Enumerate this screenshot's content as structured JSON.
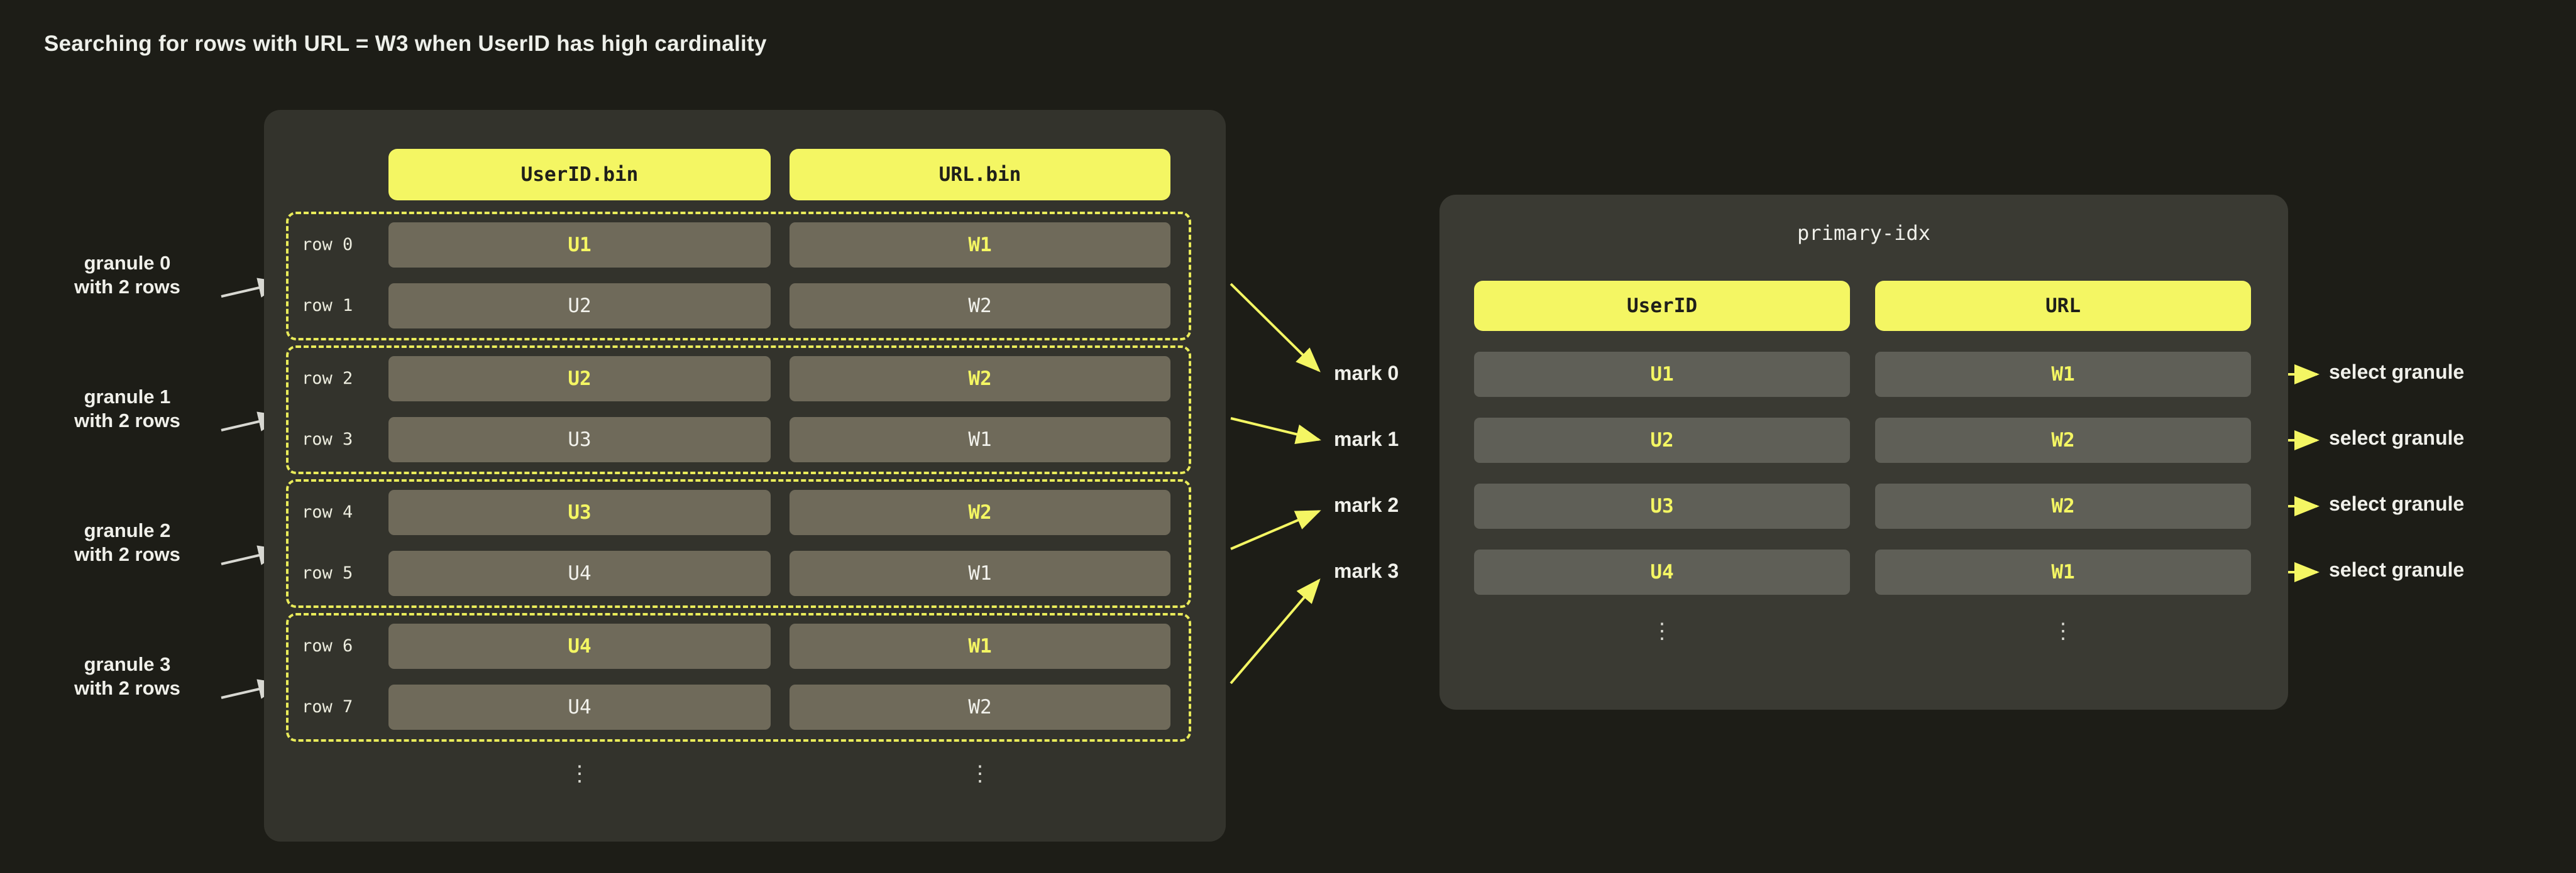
{
  "title": "Searching for rows with  URL = W3 when UserID has high cardinality",
  "colors": {
    "background": "#1d1d17",
    "accent_yellow": "#f4f663",
    "left_panel": "#33332c",
    "right_panel": "#3a3a33",
    "left_cell": "#6f6a5a",
    "right_cell": "#5f5f57",
    "text_white": "#f2f2ec"
  },
  "left_table": {
    "headers": [
      "UserID.bin",
      "URL.bin"
    ],
    "rows": [
      {
        "label": "row 0",
        "userid": "U1",
        "url": "W1",
        "highlight": true
      },
      {
        "label": "row 1",
        "userid": "U2",
        "url": "W2",
        "highlight": false
      },
      {
        "label": "row 2",
        "userid": "U2",
        "url": "W2",
        "highlight": true
      },
      {
        "label": "row 3",
        "userid": "U3",
        "url": "W1",
        "highlight": false
      },
      {
        "label": "row 4",
        "userid": "U3",
        "url": "W2",
        "highlight": true
      },
      {
        "label": "row 5",
        "userid": "U4",
        "url": "W1",
        "highlight": false
      },
      {
        "label": "row 6",
        "userid": "U4",
        "url": "W1",
        "highlight": true
      },
      {
        "label": "row 7",
        "userid": "U4",
        "url": "W2",
        "highlight": false
      }
    ],
    "ellipsis": "⋮"
  },
  "granule_labels": [
    {
      "line1": "granule 0",
      "line2": "with 2 rows"
    },
    {
      "line1": "granule 1",
      "line2": "with 2 rows"
    },
    {
      "line1": "granule 2",
      "line2": "with 2 rows"
    },
    {
      "line1": "granule 3",
      "line2": "with 2 rows"
    }
  ],
  "marks": [
    "mark 0",
    "mark 1",
    "mark 2",
    "mark 3"
  ],
  "primary_index": {
    "title": "primary-idx",
    "headers": [
      "UserID",
      "URL"
    ],
    "rows": [
      {
        "userid": "U1",
        "url": "W1"
      },
      {
        "userid": "U2",
        "url": "W2"
      },
      {
        "userid": "U3",
        "url": "W2"
      },
      {
        "userid": "U4",
        "url": "W1"
      }
    ],
    "ellipsis": "⋮"
  },
  "select_labels": [
    "select granule",
    "select granule",
    "select granule",
    "select granule"
  ]
}
